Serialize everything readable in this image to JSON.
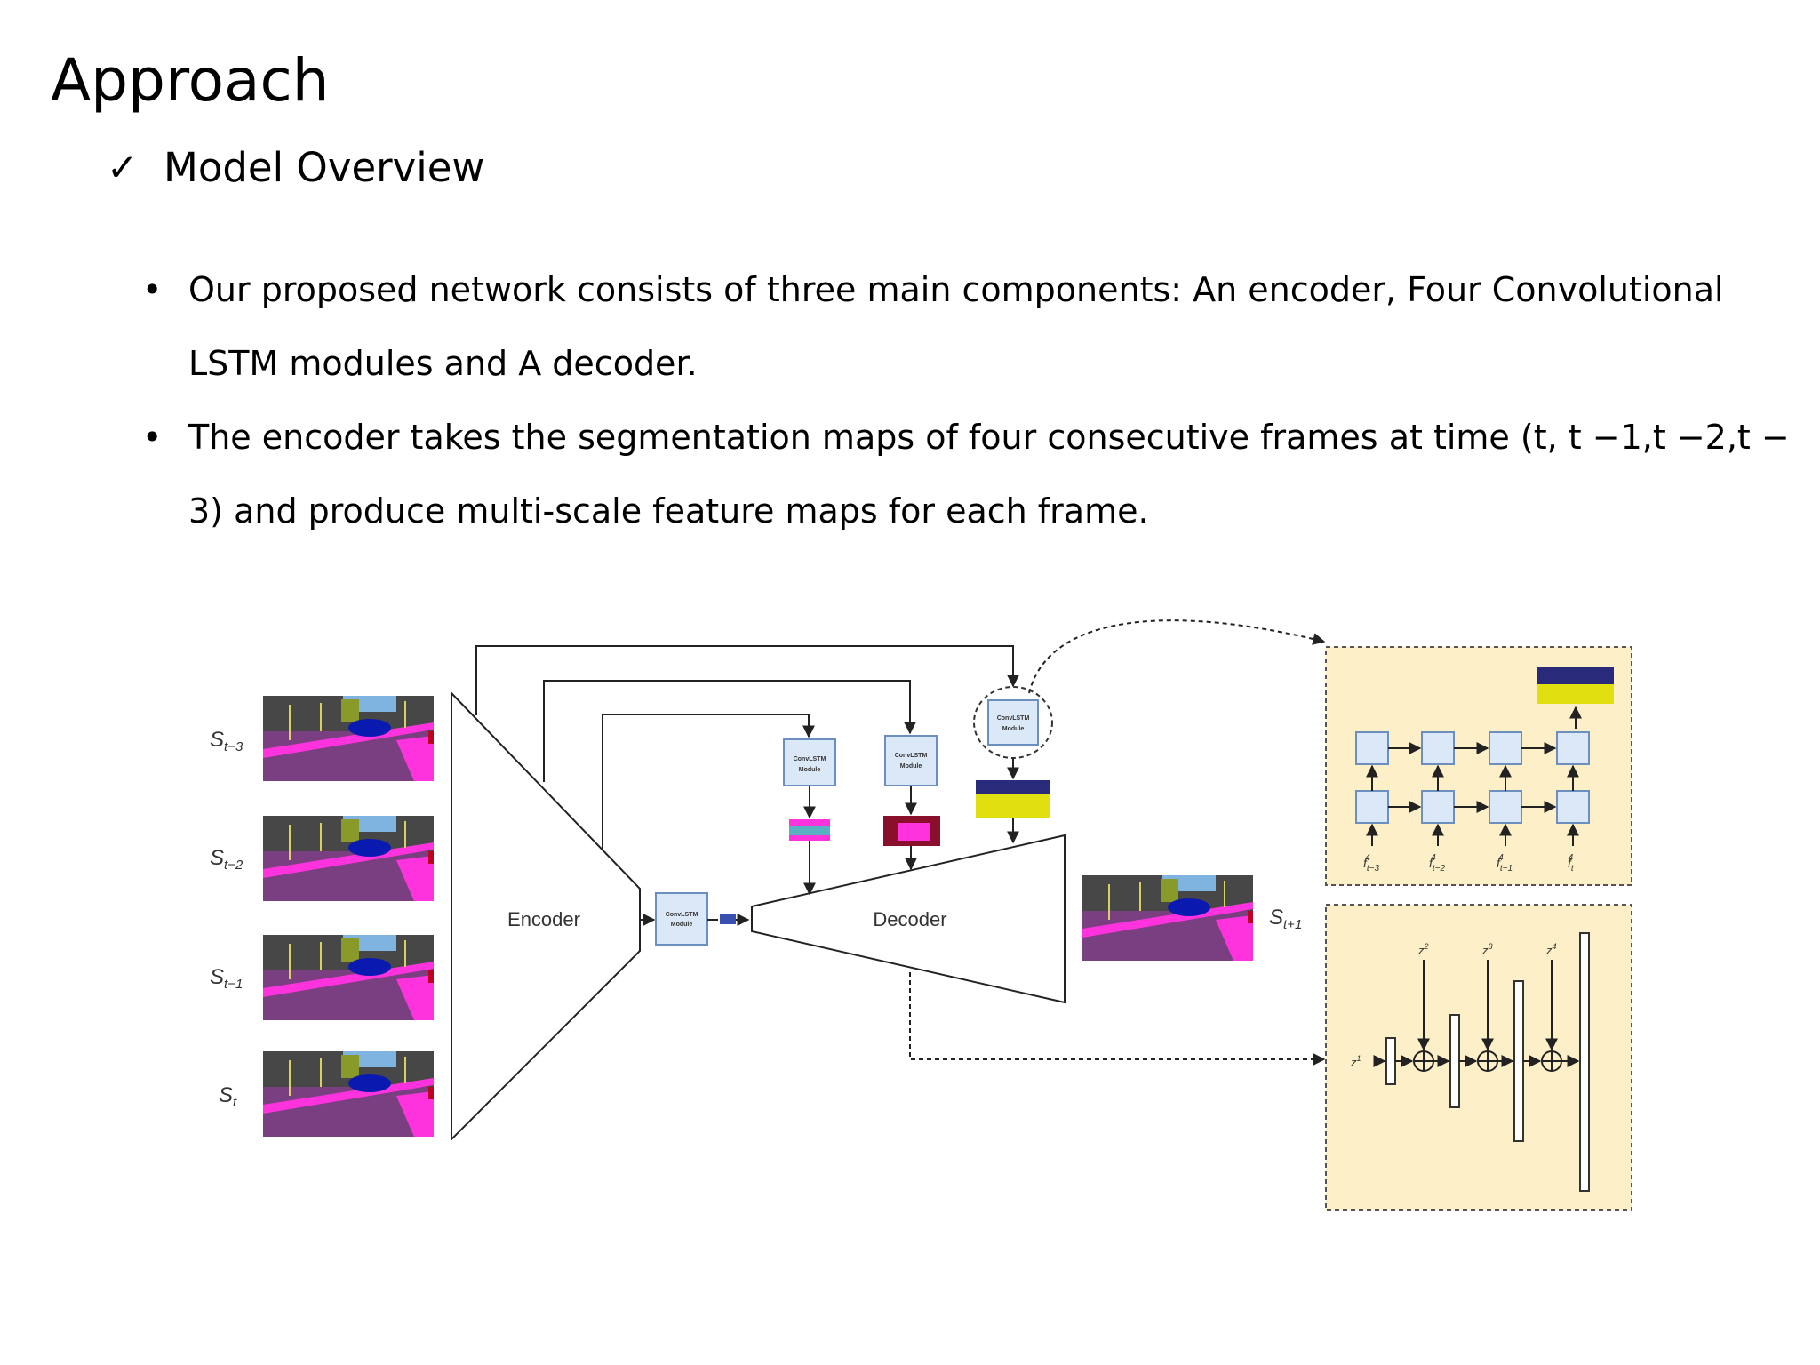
{
  "slide": {
    "title": "Approach",
    "subheading": "Model Overview",
    "check_icon": "check-mark-icon",
    "bullets": [
      "Our proposed network consists of three main components: An encoder, Four Convolutional LSTM modules and A decoder.",
      "The encoder takes the segmentation maps of four consecutive frames at time (t, t −1,t −2,t − 3) and produce multi-scale feature maps for each frame."
    ]
  },
  "diagram": {
    "inputs": [
      "S_{t−3}",
      "S_{t−2}",
      "S_{t−1}",
      "S_t"
    ],
    "input_labels": {
      "s1_base": "S",
      "s1_sub": "t−3",
      "s2_base": "S",
      "s2_sub": "t−2",
      "s3_base": "S",
      "s3_sub": "t−1",
      "s4_base": "S",
      "s4_sub": "t"
    },
    "encoder_label": "Encoder",
    "decoder_label": "Decoder",
    "convlstm_line1": "ConvLSTM",
    "convlstm_line2": "Module",
    "output_base": "S",
    "output_sub": "t+1",
    "lstm_inputs": {
      "f1": "f",
      "f1_sub": "t−3",
      "f1_sup": "4",
      "f2": "f",
      "f2_sub": "t−2",
      "f2_sup": "4",
      "f3": "f",
      "f3_sub": "t−1",
      "f3_sup": "4",
      "f4": "f",
      "f4_sub": "t",
      "f4_sup": "4"
    },
    "decoder_inputs": {
      "z1": "z",
      "z1_sup": "1",
      "z2": "z",
      "z2_sup": "2",
      "z3": "z",
      "z3_sup": "3",
      "z4": "z",
      "z4_sup": "4"
    },
    "colors": {
      "panel_fill": "#fdf0c8",
      "module_fill": "#dbe8f8",
      "module_stroke": "#6b8fbf",
      "seg_road": "#8b3f8a",
      "seg_sidewalk": "#ff33dd",
      "seg_car": "#0a1ab0",
      "seg_sky": "#7fb3e0",
      "seg_building": "#444444",
      "seg_veg": "#8a9a2a"
    }
  }
}
